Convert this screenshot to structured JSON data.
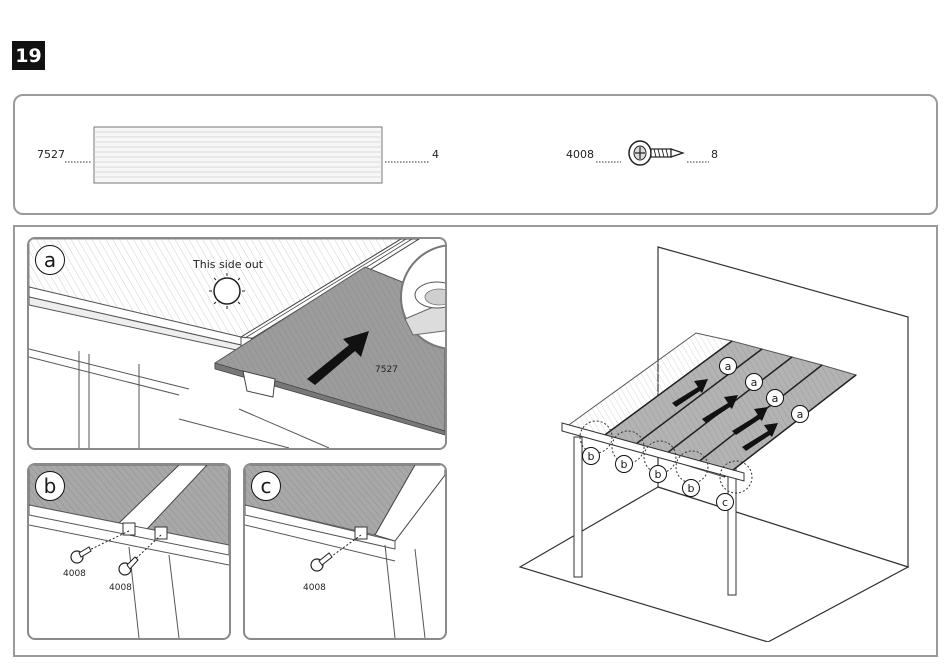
{
  "step": {
    "number": "19"
  },
  "parts": {
    "panel": {
      "code": "7527",
      "qty": "4"
    },
    "screw": {
      "code": "4008",
      "qty": "8"
    }
  },
  "panel_a": {
    "letter": "a",
    "side_label": "This side out",
    "part_code": "7527"
  },
  "panel_b": {
    "letter": "b",
    "screw_code_1": "4008",
    "screw_code_2": "4008"
  },
  "panel_c": {
    "letter": "c",
    "screw_code": "4008"
  },
  "overview": {
    "slide_callouts": [
      "a",
      "a",
      "a",
      "a"
    ],
    "screw_callouts": [
      "b",
      "b",
      "b",
      "b",
      "c"
    ]
  }
}
